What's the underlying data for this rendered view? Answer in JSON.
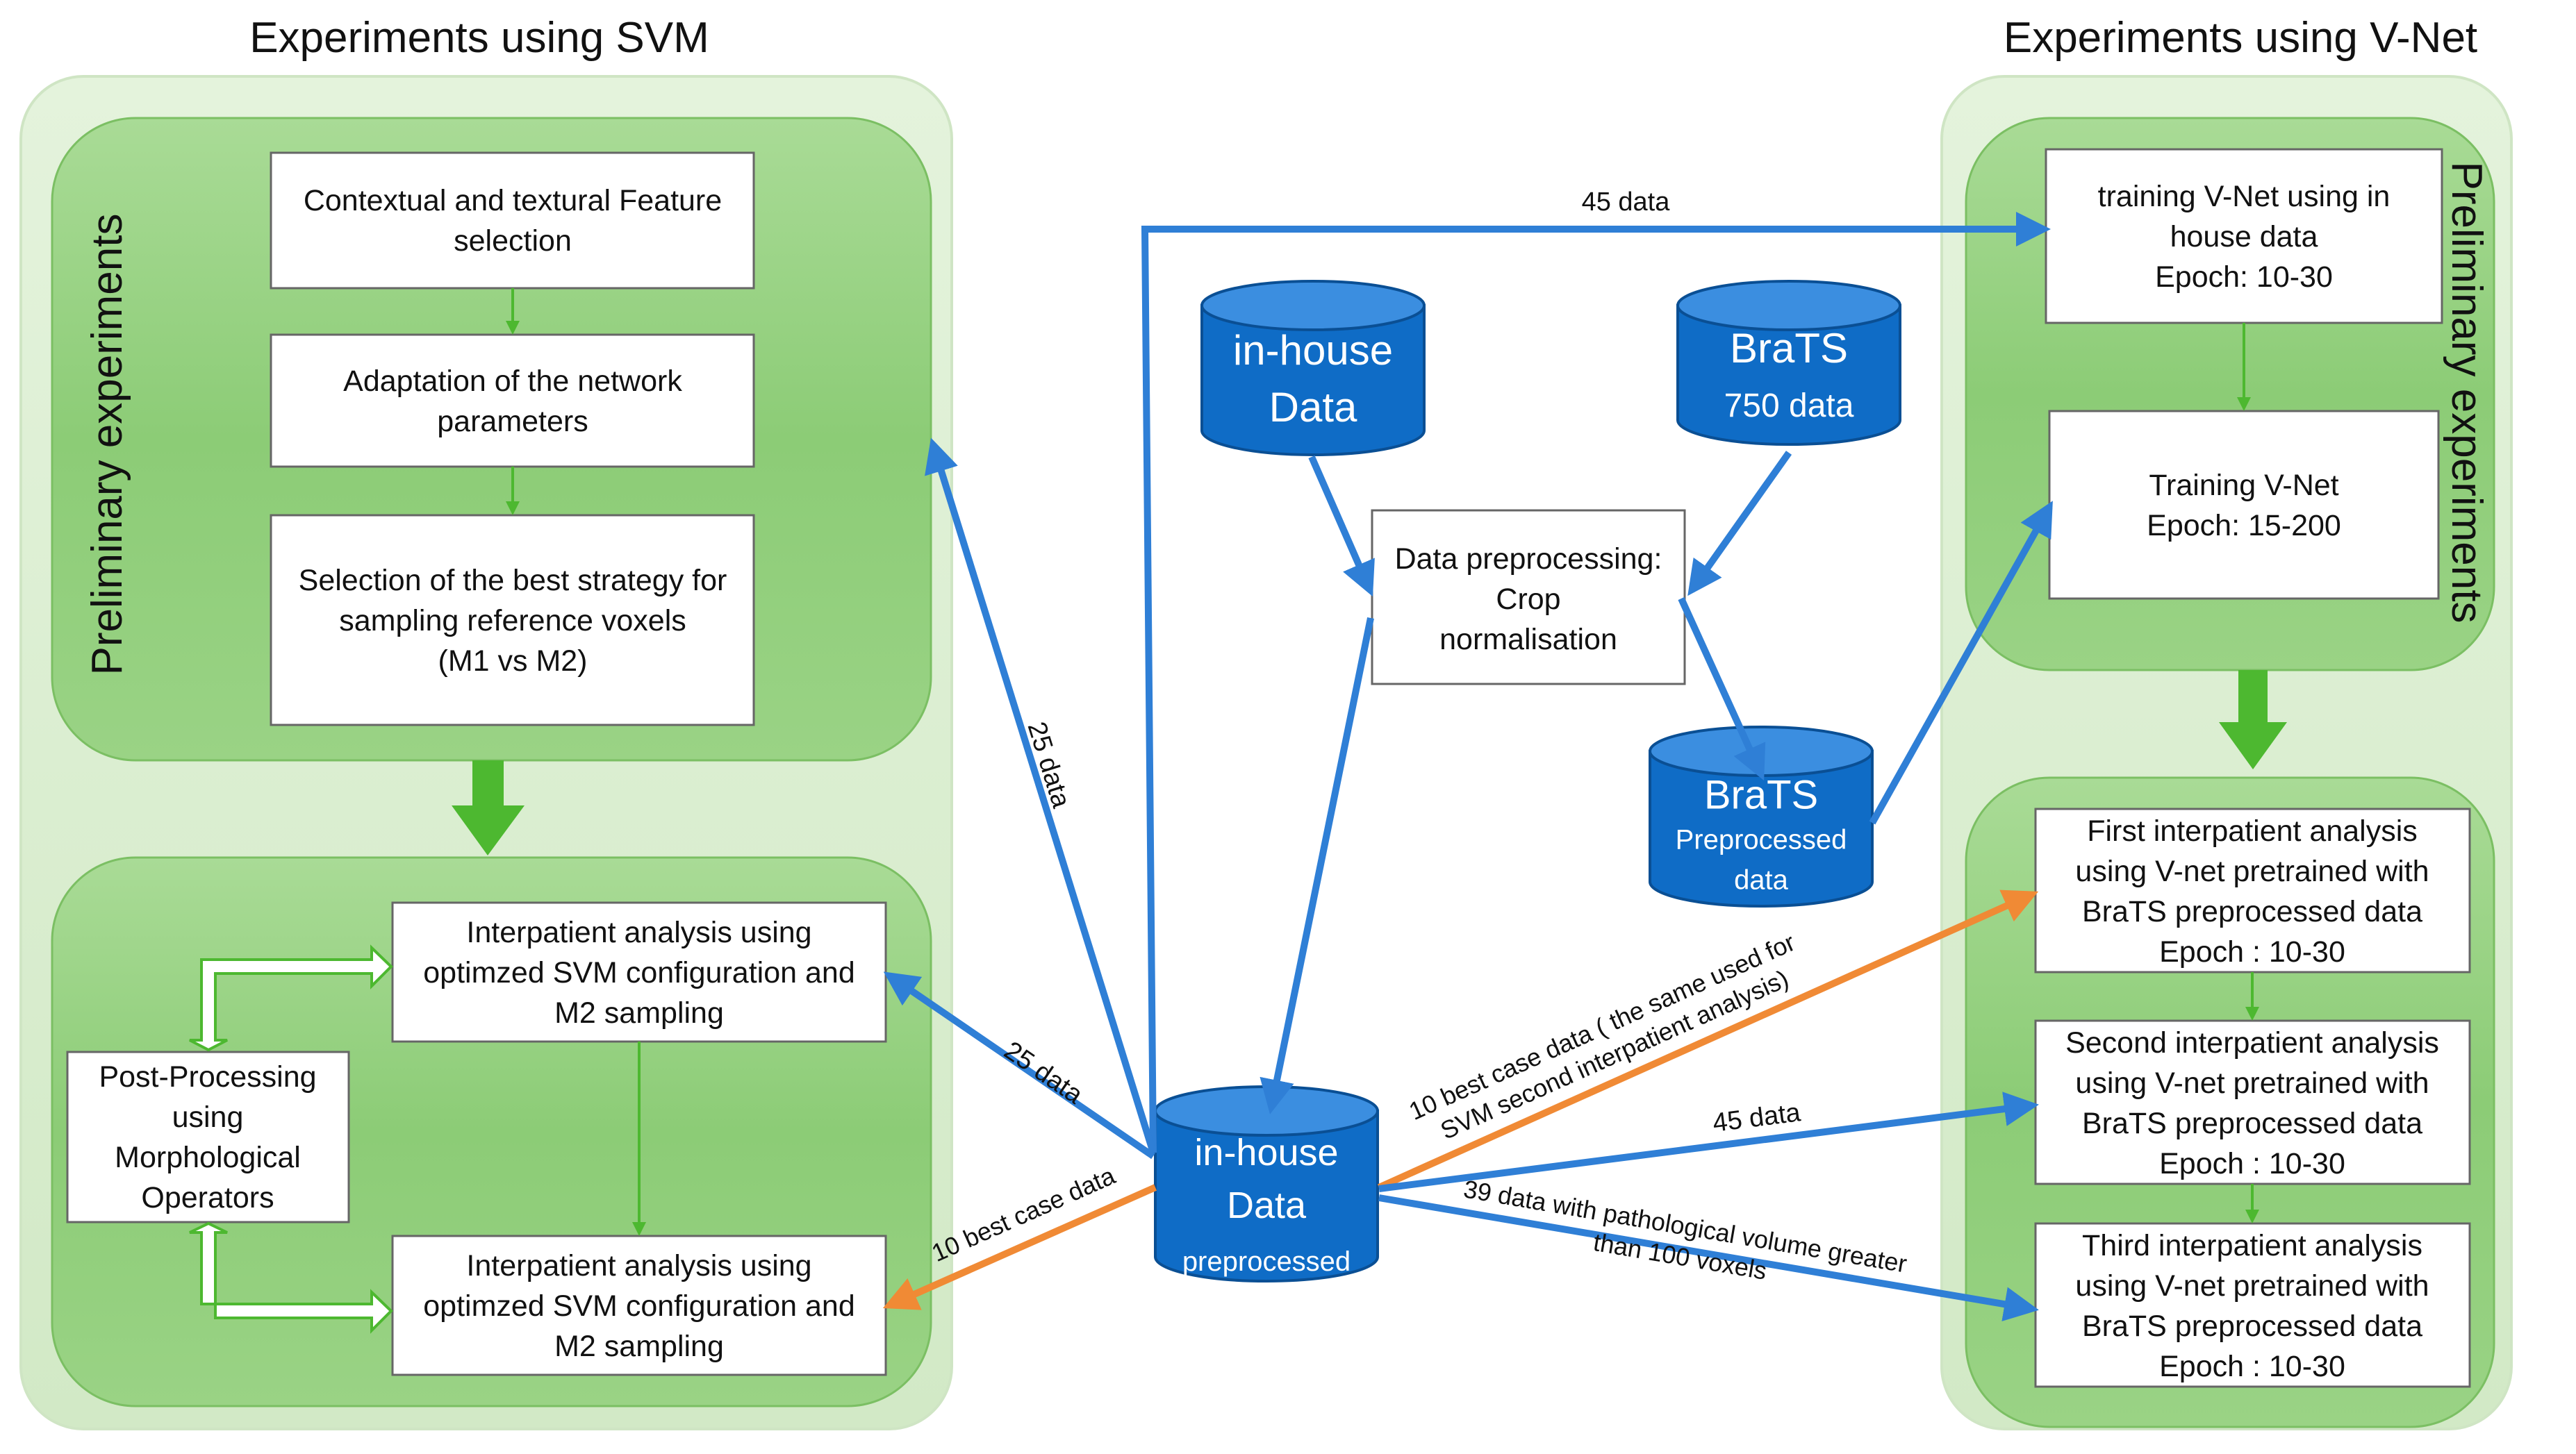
{
  "titles": {
    "svm": "Experiments using SVM",
    "vnet": "Experiments using V-Net"
  },
  "side_labels": {
    "svm_prelim": "Preliminary experiments",
    "vnet_prelim": "Preliminary experiments"
  },
  "svm_boxes": {
    "feature": [
      "Contextual and textural Feature",
      "selection"
    ],
    "adaptation": [
      "Adaptation of the network",
      "parameters"
    ],
    "selection": [
      "Selection of the best strategy for",
      "sampling reference voxels",
      "(M1 vs M2)"
    ],
    "inter1": [
      "Interpatient analysis using",
      "optimzed SVM configuration and",
      "M2 sampling"
    ],
    "postproc": [
      "Post-Processing",
      "using",
      "Morphological",
      "Operators"
    ],
    "inter2": [
      "Interpatient analysis using",
      "optimzed SVM configuration and",
      "M2 sampling"
    ]
  },
  "vnet_boxes": {
    "train1": [
      "training V-Net using in",
      "house data",
      "Epoch: 10-30"
    ],
    "train2": [
      "Training V-Net",
      "Epoch: 15-200"
    ],
    "first": [
      "First interpatient analysis",
      "using V-net pretrained with",
      "BraTS preprocessed data",
      "Epoch : 10-30"
    ],
    "second": [
      "Second interpatient analysis",
      "using V-net pretrained with",
      "BraTS preprocessed data",
      "Epoch : 10-30"
    ],
    "third": [
      "Third interpatient analysis",
      "using V-net pretrained with",
      "BraTS preprocessed data",
      "Epoch : 10-30"
    ]
  },
  "center": {
    "inhouse_db": [
      "in-house",
      "Data"
    ],
    "brats_db": [
      "BraTS",
      "750 data"
    ],
    "preprocessing": [
      "Data preprocessing:",
      "Crop",
      "normalisation"
    ],
    "brats_pre_db": [
      "BraTS",
      "Preprocessed",
      "data"
    ],
    "inhouse_pre_db": [
      "in-house",
      "Data",
      "preprocessed"
    ]
  },
  "edge_labels": {
    "to_vnet_train": "45 data",
    "to_svm_prelim": "25 data",
    "to_svm_inter1": "25 data",
    "to_svm_inter2": "10 best case data",
    "to_vnet_first": [
      "10 best case data  ( the same used for",
      "SVM  second interpatient analysis)"
    ],
    "to_vnet_second": "45 data",
    "to_vnet_third": [
      "39 data with pathological volume greater",
      "than 100 voxels"
    ]
  },
  "colors": {
    "blue": "#2F7FD6",
    "orange": "#F08A35",
    "green_arrow": "#4DB830",
    "db_fill": "#0F6CC6"
  }
}
